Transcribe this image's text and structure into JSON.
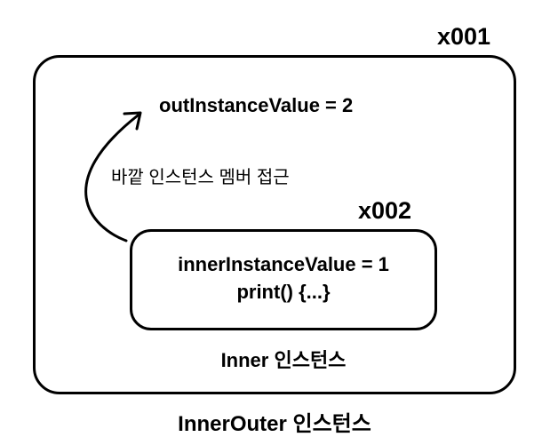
{
  "outer": {
    "address": "x001",
    "field": "outInstanceValue = 2",
    "caption": "InnerOuter 인스턴스"
  },
  "inner": {
    "address": "x002",
    "field": "innerInstanceValue = 1",
    "method": "print() {...}",
    "caption": "Inner 인스턴스"
  },
  "arrow": {
    "label": "바깥 인스턴스 멤버 접근"
  }
}
